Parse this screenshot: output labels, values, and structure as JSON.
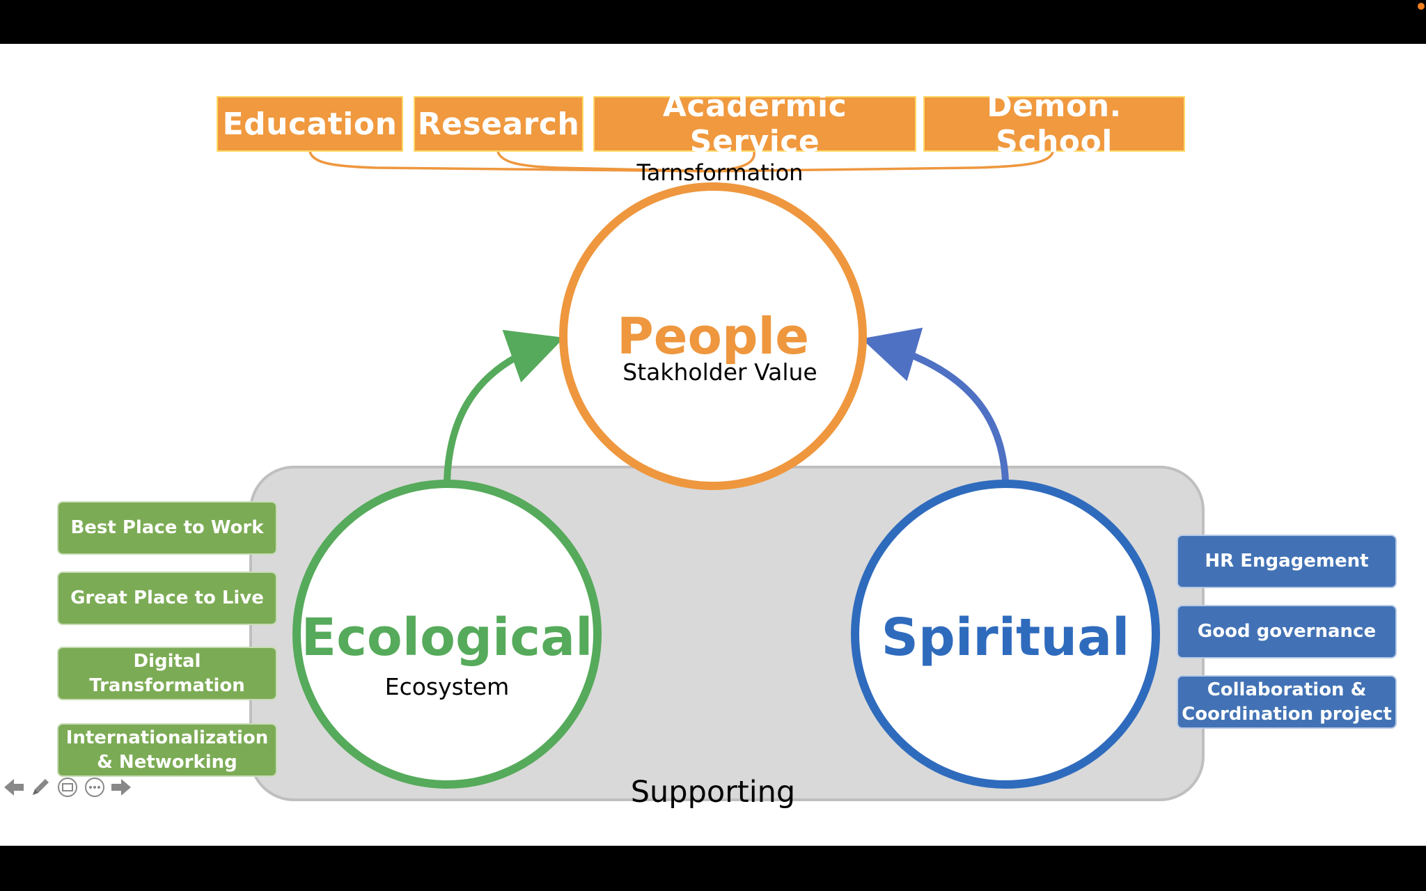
{
  "colors": {
    "orange": "#ee973e",
    "green": "#56aa5b",
    "blue": "#2f6bbd",
    "arrow_blue": "#4f71c4",
    "support_bg": "#d9d9d9"
  },
  "top_boxes": [
    {
      "label": "Education"
    },
    {
      "label": "Research"
    },
    {
      "label": "Acadermic Service"
    },
    {
      "label": "Demon. School"
    }
  ],
  "transformation_label": "Tarnsformation",
  "people": {
    "title": "People",
    "subtitle": "Stakholder Value"
  },
  "ecological": {
    "title": "Ecological",
    "subtitle": "Ecosystem"
  },
  "spiritual": {
    "title": "Spiritual",
    "subtitle": ""
  },
  "supporting_label": "Supporting",
  "left_items": [
    {
      "line1": "Best Place to Work",
      "line2": ""
    },
    {
      "line1": "Great Place to Live",
      "line2": ""
    },
    {
      "line1": "Digital",
      "line2": "Transformation"
    },
    {
      "line1": "Internationalization",
      "line2": "& Networking"
    }
  ],
  "right_items": [
    {
      "line1": "HR Engagement",
      "line2": ""
    },
    {
      "line1": "Good governance",
      "line2": ""
    },
    {
      "line1": "Collaboration &",
      "line2": "Coordination project"
    }
  ],
  "toolbar": {
    "prev_icon": "arrow-left-icon",
    "pen_icon": "pen-icon",
    "slides_icon": "slides-grid-icon",
    "more_icon": "more-options-icon",
    "next_icon": "arrow-right-icon"
  }
}
